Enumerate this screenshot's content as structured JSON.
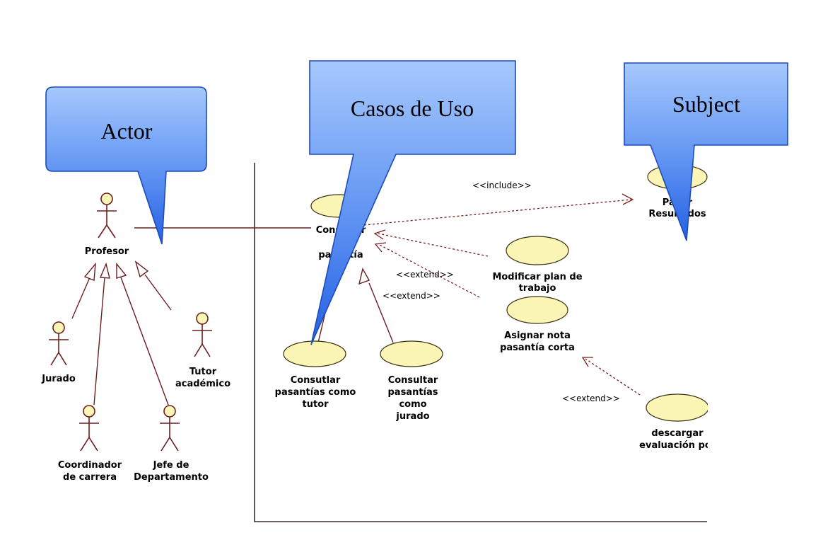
{
  "actors": {
    "profesor": "Profesor",
    "jurado": "Jurado",
    "tutor": [
      "Tutor",
      "académico"
    ],
    "coordinador": [
      "Coordinador",
      "de carrera"
    ],
    "jefe": [
      "Jefe de",
      "Departamento"
    ]
  },
  "use_cases": {
    "consultar": [
      "Consultar",
      "pasantía"
    ],
    "pagar": [
      "Pagar",
      "Resultados"
    ],
    "modificar": [
      "Modificar plan de",
      "trabajo"
    ],
    "asignar": [
      "Asignar nota",
      "pasantía corta"
    ],
    "consultar_tutor": [
      "Consutlar",
      "pasantías como",
      "tutor"
    ],
    "consultar_jurado": [
      "Consultar",
      "pasantías",
      "como",
      "jurado"
    ],
    "descargar": [
      "descargar",
      "evaluación po"
    ]
  },
  "stereotypes": {
    "include": "<<include>>",
    "extend_1": "<<extend>>",
    "extend_2": "<<extend>>",
    "extend_3": "<<extend>>"
  },
  "callouts": {
    "actor": "Actor",
    "casos": "Casos de Uso",
    "subject": "Subject"
  },
  "colors": {
    "use_case_fill": "#fbf6b6",
    "line": "#6b1e1e",
    "callout_top": "#9dc1fb",
    "callout_bottom": "#2a63e6"
  }
}
